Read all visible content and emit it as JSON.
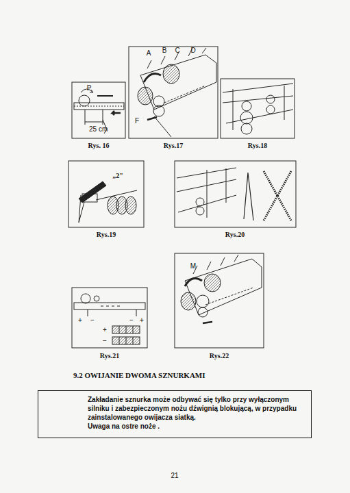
{
  "diagram": {
    "nodes": [
      {
        "text": [
          "Zakładanie sznurka może odbywać się tylko przy wyłączonym silniku i zabezpieczonym nożu dźwignią blokującą, w przypadku zainstalowanego owijacza siatką.",
          "Uwaga na ostre noże ."
        ]
      }
    ],
    "labels": [
      "P",
      "25 cm",
      "Rys. 16",
      "A",
      "B",
      "C",
      "D",
      "F",
      "Rys.17",
      "Rys.18",
      "„2\"",
      "Rys.19",
      "Rys.20",
      "+",
      "−",
      "−",
      "+",
      "+",
      "−",
      "Rys.21",
      "M",
      "Rys.22",
      "9.2 OWIJANIE DWOMA SZNURKAMI",
      "21"
    ]
  }
}
